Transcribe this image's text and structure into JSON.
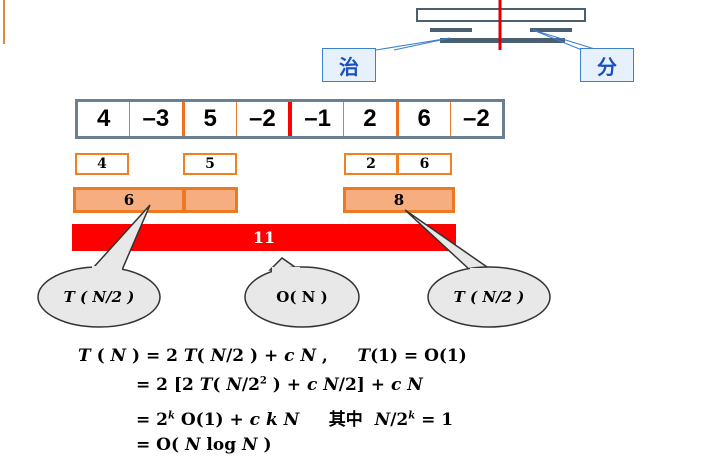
{
  "labels": {
    "conquer": "治",
    "divide": "分"
  },
  "array": [
    "4",
    "–3",
    "5",
    "–2",
    "–1",
    "2",
    "6",
    "–2"
  ],
  "subarrays": {
    "left1": "4",
    "left2": "5",
    "right1": "2",
    "right2": "6"
  },
  "sums": {
    "left": "6",
    "right": "8",
    "total": "11"
  },
  "bubbles": {
    "left": "T ( N/2 )",
    "middle": "O( N )",
    "right": "T ( N/2 )"
  },
  "equations": {
    "line1_lhs": "T ( N ) = 2 ",
    "line1_rest": "T( N/2 ) + c N ,     T(1) = O(1)",
    "line2": "= 2 [2 T( N/2² ) + c N/2] + c N",
    "line3": "= 2ᵏ O(1) + c k N     其中  N/2ᵏ = 1",
    "line4": "= O( N log N )"
  },
  "colors": {
    "border": "#6a7f8f",
    "orange": "#ec7a24",
    "peach": "#f6ad80",
    "red": "#ff0000",
    "tag_text": "#1a4fc0",
    "tag_bg": "#e6f1fb"
  }
}
